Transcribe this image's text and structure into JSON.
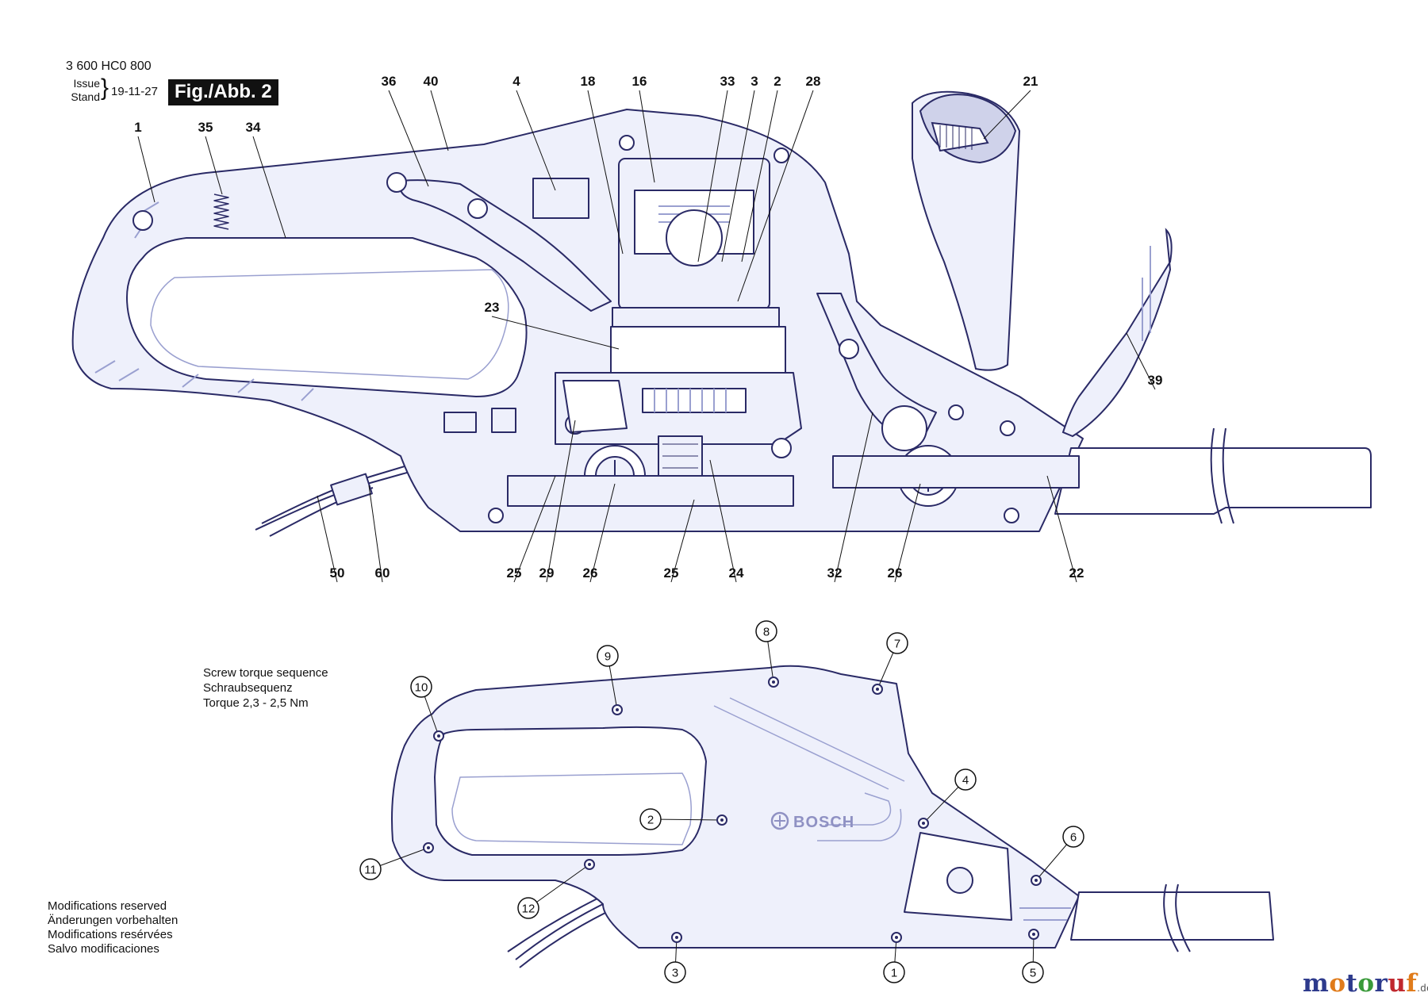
{
  "header": {
    "part_number": "3 600 HC0 800",
    "issue_label": "Issue",
    "stand_label": "Stand",
    "date": "19-11-27",
    "figure_label": "Fig./Abb. 2"
  },
  "torque_note": {
    "line1": "Screw torque sequence",
    "line2": "Schraubsequenz",
    "line3": "Torque 2,3 - 2,5 Nm"
  },
  "modifications_note": {
    "en": "Modifications reserved",
    "de": "Änderungen vorbehalten",
    "fr": "Modifications resérvées",
    "es": "Salvo modificaciones"
  },
  "watermark": {
    "parts": [
      "m",
      "o",
      "t",
      "o",
      "r",
      "u",
      "f"
    ],
    "colors": [
      "#2d3a8c",
      "#e07b1a",
      "#2d3a8c",
      "#3a9a3a",
      "#2d3a8c",
      "#c0282e",
      "#e07b1a"
    ],
    "domain": ".de"
  },
  "colors": {
    "outline": "#2a2a66",
    "fill": "#eef0fb",
    "detail": "#9aa0d0",
    "callout": "#111111"
  },
  "exploded_view": {
    "callouts": [
      "36",
      "40",
      "4",
      "18",
      "16",
      "33",
      "3",
      "2",
      "28",
      "21",
      "1",
      "35",
      "34",
      "23",
      "39",
      "50",
      "60",
      "25",
      "29",
      "26",
      "25",
      "24",
      "32",
      "26",
      "22"
    ]
  },
  "screw_sequence": {
    "brand_logo": "BOSCH",
    "numbers": [
      "8",
      "9",
      "7",
      "10",
      "4",
      "2",
      "6",
      "11",
      "12",
      "3",
      "1",
      "5"
    ]
  }
}
